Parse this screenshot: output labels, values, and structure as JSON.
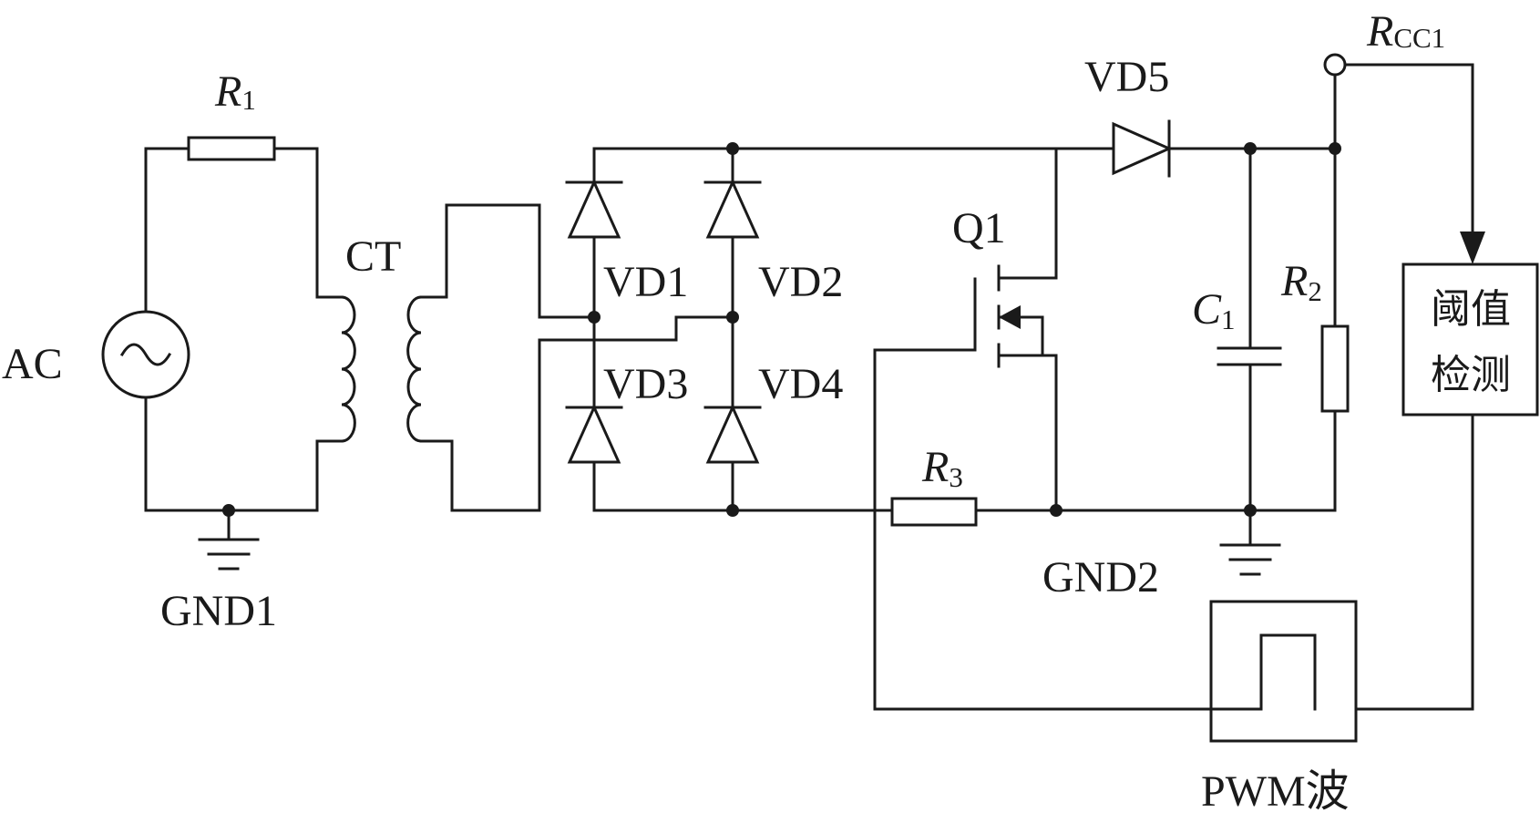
{
  "labels": {
    "ac": "AC",
    "r1": "R",
    "r1_sub": "1",
    "ct": "CT",
    "gnd1": "GND1",
    "vd1": "VD1",
    "vd2": "VD2",
    "vd3": "VD3",
    "vd4": "VD4",
    "vd5": "VD5",
    "q1": "Q1",
    "c1": "C",
    "c1_sub": "1",
    "r2": "R",
    "r2_sub": "2",
    "r3": "R",
    "r3_sub": "3",
    "gnd2": "GND2",
    "rcc1": "R",
    "rcc1_sub": "CC1",
    "threshold_line1": "阈值",
    "threshold_line2": "检测",
    "pwm": "PWM波"
  }
}
